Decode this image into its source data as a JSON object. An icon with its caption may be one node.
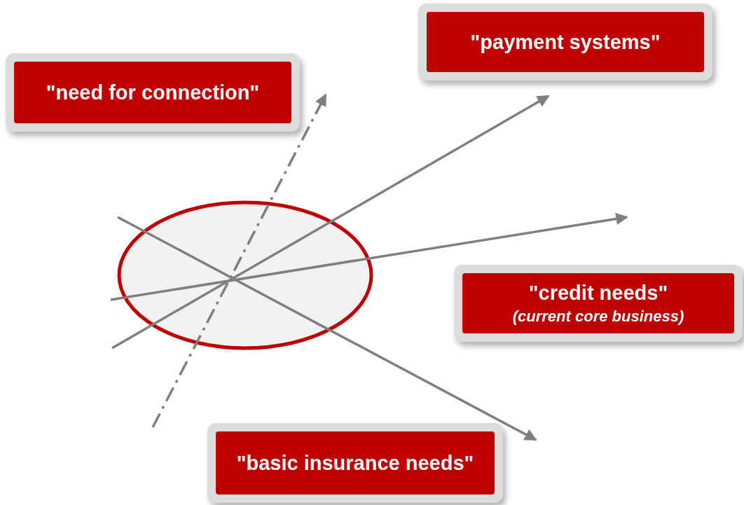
{
  "diagram": {
    "nodes": [
      {
        "text": [
          "\"need for connection\""
        ]
      },
      {
        "text": [
          "\"payment systems\""
        ]
      },
      {
        "text": [],
        "shape": "ellipse"
      },
      {
        "text": [
          "\"credit needs\"",
          "(current core business)"
        ]
      },
      {
        "text": [
          "\"basic insurance needs\""
        ]
      }
    ],
    "edges": [
      {
        "from": null,
        "to": 0,
        "arrow": "to",
        "style": "dashed"
      },
      {
        "from": null,
        "to": 1,
        "arrow": "to"
      },
      {
        "from": null,
        "to": 3,
        "arrow": "to"
      },
      {
        "from": null,
        "to": 4,
        "arrow": "to"
      }
    ]
  }
}
